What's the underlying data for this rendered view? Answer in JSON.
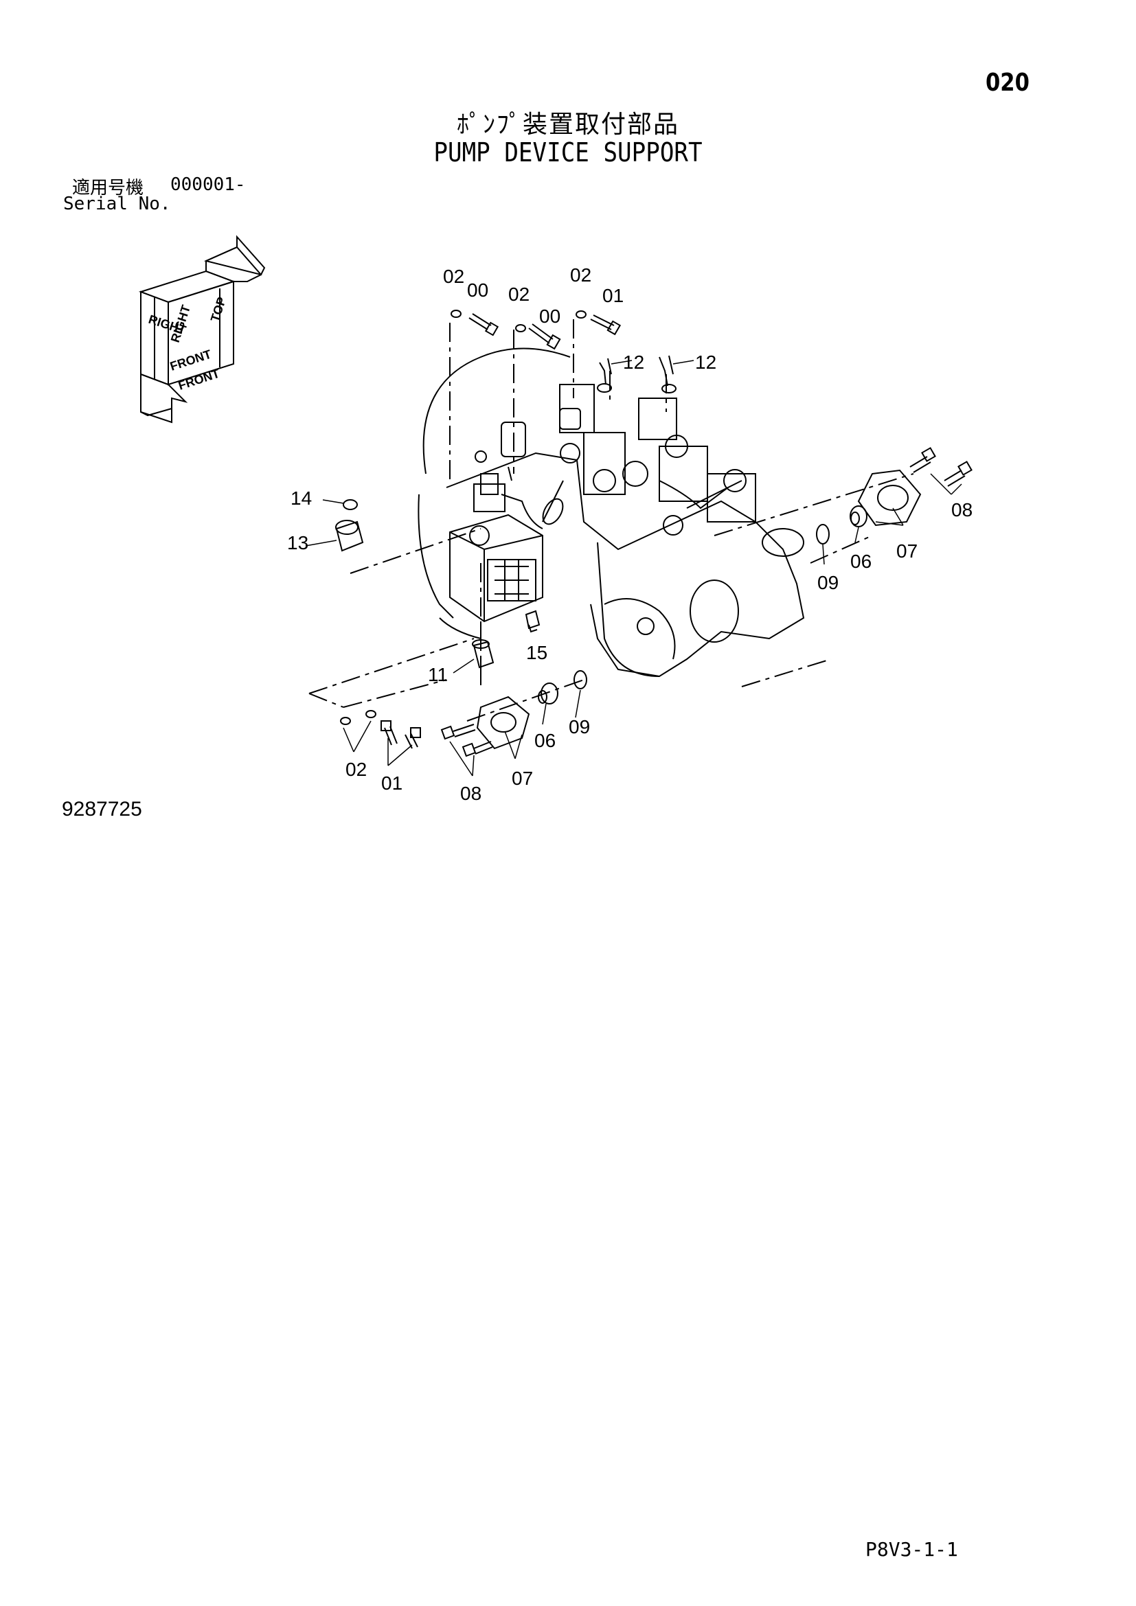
{
  "page": {
    "number": "020",
    "title_jp": "ﾎﾟﾝﾌﾟ装置取付部品",
    "title_en": "PUMP DEVICE SUPPORT",
    "serial_label_jp": "適用号機",
    "serial_value": "000001-",
    "serial_label_en": "Serial No.",
    "catalog_no": "9287725",
    "page_code": "P8V3-1-1"
  },
  "orientation": {
    "top": "TOP",
    "right": "RIGHT",
    "front": "FRONT"
  },
  "callouts": {
    "c1": "02",
    "c2": "00",
    "c3": "02",
    "c4": "00",
    "c5": "02",
    "c6": "01",
    "c7": "12",
    "c8": "12",
    "c9": "14",
    "c10": "13",
    "c11": "15",
    "c12": "11",
    "c13": "08",
    "c14": "06",
    "c15": "07",
    "c16": "09",
    "c17": "02",
    "c18": "01",
    "c19": "08",
    "c20": "07",
    "c21": "06",
    "c22": "09"
  }
}
